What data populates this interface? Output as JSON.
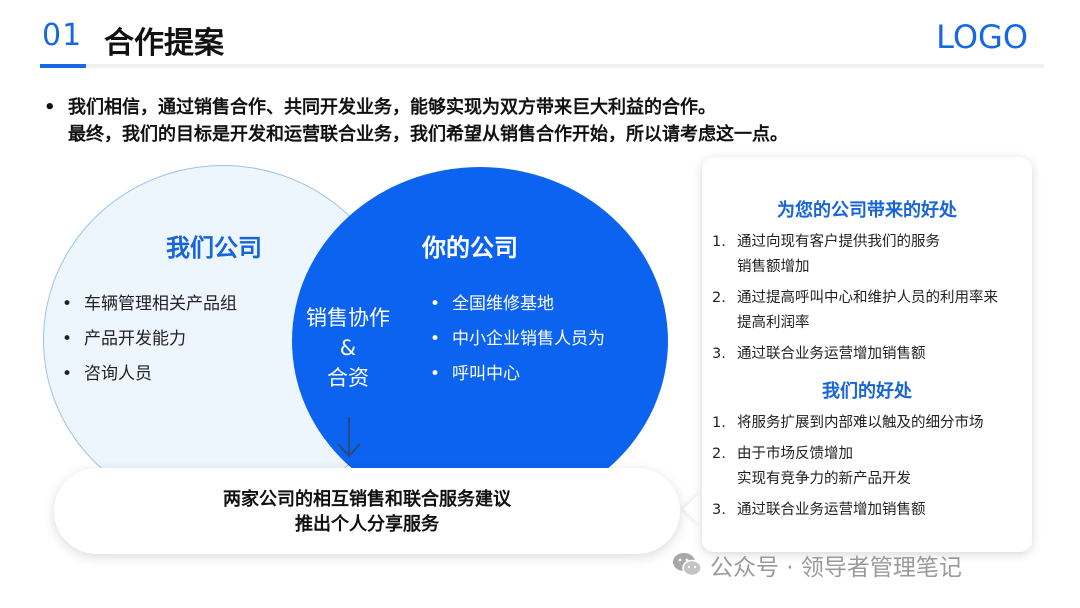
{
  "header": {
    "number": "01",
    "title": "合作提案",
    "logo": "LOGO"
  },
  "intro": {
    "line1": "我们相信，通过销售合作、共同开发业务，能够实现为双方带来巨大利益的合作。",
    "line2": "最终，我们的目标是开发和运营联合业务，我们希望从销售合作开始，所以请考虑这一点。"
  },
  "venn": {
    "left": {
      "title": "我们公司",
      "items": [
        "车辆管理相关产品组",
        "产品开发能力",
        "咨询人员"
      ]
    },
    "right": {
      "title": "你的公司",
      "items": [
        "全国维修基地",
        "中小企业销售人员为",
        "呼叫中心"
      ]
    },
    "center": {
      "line1": "销售协作",
      "line2": "&",
      "line3": "合资"
    }
  },
  "proposal": {
    "line1": "两家公司的相互销售和联合服务建议",
    "line2": "推出个人分享服务"
  },
  "benefits": {
    "yours": {
      "title": "为您的公司带来的好处",
      "items": [
        {
          "num": "1.",
          "line1": "通过向现有客户提供我们的服务",
          "line2": "销售额增加"
        },
        {
          "num": "2.",
          "line1": "通过提高呼叫中心和维护人员的利用率来",
          "line2": "提高利润率"
        },
        {
          "num": "3.",
          "line1": "通过联合业务运营增加销售额",
          "line2": ""
        }
      ]
    },
    "ours": {
      "title": "我们的好处",
      "items": [
        {
          "num": "1.",
          "line1": "将服务扩展到内部难以触及的细分市场",
          "line2": ""
        },
        {
          "num": "2.",
          "line1": "由于市场反馈增加",
          "line2": "实现有竞争力的新产品开发"
        },
        {
          "num": "3.",
          "line1": "通过联合业务运营增加销售额",
          "line2": ""
        }
      ]
    }
  },
  "watermark": {
    "text": "公众号 · 领导者管理笔记",
    "icon": "wechat-icon"
  },
  "colors": {
    "accent": "#1668e3",
    "circle_right": "#0b63f0",
    "circle_left": "#edf5fd"
  }
}
